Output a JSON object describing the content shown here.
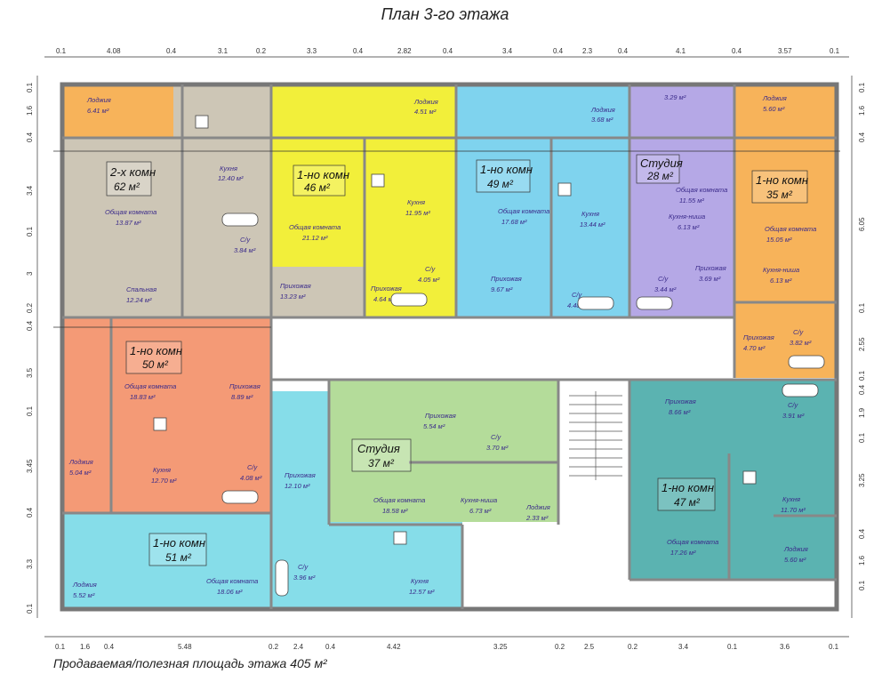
{
  "title": "План 3-го этажа",
  "footer": "Продаваемая/полезная площадь этажа  405 м²",
  "colors": {
    "beige": "#cdc6b6",
    "yellow": "#f2ef3a",
    "cyan": "#7fd3ee",
    "lavender": "#b5a8e6",
    "orange": "#f7b35a",
    "salmon": "#f49a76",
    "lightcyan": "#86dde9",
    "green": "#b4dc9a",
    "teal": "#5bb3b1",
    "corridor": "#ffffff",
    "wall": "#7a7a7a"
  },
  "dims_top": [
    "0.1",
    "4.08",
    "0.4",
    "3.1",
    "0.2",
    "3.3",
    "0.4",
    "2.82",
    "0.4",
    "3.4",
    "0.4",
    "2.3",
    "0.4",
    "4.1",
    "0.4",
    "3.57",
    "0.1"
  ],
  "dims_bottom": [
    "0.1",
    "1.6",
    "0.4",
    "5.48",
    "0.2",
    "2.4",
    "0.4",
    "4.42",
    "3.25",
    "0.2",
    "2.5",
    "0.2",
    "3.4",
    "0.1",
    "3.6",
    "0.1"
  ],
  "dims_left": [
    "0.1",
    "1.6",
    "0.4",
    "3.4",
    "0.1",
    "3",
    "0.2",
    "0.4",
    "3.5",
    "0.1",
    "3.45",
    "0.4",
    "3.3",
    "0.1"
  ],
  "dims_right": [
    "0.1",
    "1.6",
    "0.4",
    "6.05",
    "0.1",
    "2.55",
    "0.1",
    "0.4",
    "1.9",
    "0.1",
    "3.25",
    "0.4",
    "1.6",
    "0.1"
  ],
  "apartments": [
    {
      "name": "2-х комн",
      "area": "62 м²"
    },
    {
      "name": "1-но комн",
      "area": "46 м²"
    },
    {
      "name": "1-но комн",
      "area": "49 м²"
    },
    {
      "name": "Студия",
      "area": "28 м²"
    },
    {
      "name": "1-но комн",
      "area": "35 м²"
    },
    {
      "name": "1-но комн",
      "area": "50 м²"
    },
    {
      "name": "Студия",
      "area": "37 м²"
    },
    {
      "name": "1-но комн",
      "area": "47 м²"
    },
    {
      "name": "1-но комн",
      "area": "51 м²"
    }
  ],
  "rooms": [
    {
      "name": "Лоджия",
      "area": "6.41 м²"
    },
    {
      "name": "Кухня",
      "area": "12.40 м²"
    },
    {
      "name": "Общая комната",
      "area": "13.87 м²"
    },
    {
      "name": "С/у",
      "area": "3.84 м²"
    },
    {
      "name": "Спальная",
      "area": "12.24 м²"
    },
    {
      "name": "Прихожая",
      "area": "13.23 м²"
    },
    {
      "name": "Лоджия",
      "area": "4.51 м²"
    },
    {
      "name": "Кухня",
      "area": "11.95 м²"
    },
    {
      "name": "Общая комната",
      "area": "21.12 м²"
    },
    {
      "name": "С/у",
      "area": "4.05 м²"
    },
    {
      "name": "Прихожая",
      "area": "4.64 м²"
    },
    {
      "name": "Лоджия",
      "area": "3.68 м²"
    },
    {
      "name": "Общая комната",
      "area": "17.68 м²"
    },
    {
      "name": "Кухня",
      "area": "13.44 м²"
    },
    {
      "name": "Прихожая",
      "area": "9.67 м²"
    },
    {
      "name": "С/у",
      "area": "4.48 м²"
    },
    {
      "name": "",
      "area": "3.29 м²"
    },
    {
      "name": "Общая комната",
      "area": "11.55 м²"
    },
    {
      "name": "Кухня-ниша",
      "area": "6.13 м²"
    },
    {
      "name": "С/у",
      "area": "3.44 м²"
    },
    {
      "name": "Прихожая",
      "area": "3.69 м²"
    },
    {
      "name": "Лоджия",
      "area": "5.60 м²"
    },
    {
      "name": "Общая комната",
      "area": "15.05 м²"
    },
    {
      "name": "Кухня-ниша",
      "area": "6.13 м²"
    },
    {
      "name": "Прихожая",
      "area": "4.70 м²"
    },
    {
      "name": "С/у",
      "area": "3.82 м²"
    },
    {
      "name": "Общая комната",
      "area": "18.83 м²"
    },
    {
      "name": "Прихожая",
      "area": "8.89 м²"
    },
    {
      "name": "Лоджия",
      "area": "5.04 м²"
    },
    {
      "name": "Кухня",
      "area": "12.70 м²"
    },
    {
      "name": "С/у",
      "area": "4.08 м²"
    },
    {
      "name": "Прихожая",
      "area": "12.10 м²"
    },
    {
      "name": "Прихожая",
      "area": "5.54 м²"
    },
    {
      "name": "С/у",
      "area": "3.70 м²"
    },
    {
      "name": "Общая комната",
      "area": "18.58 м²"
    },
    {
      "name": "Кухня-ниша",
      "area": "6.73 м²"
    },
    {
      "name": "Лоджия",
      "area": "2.33 м²"
    },
    {
      "name": "Прихожая",
      "area": "8.66 м²"
    },
    {
      "name": "С/у",
      "area": "3.91 м²"
    },
    {
      "name": "Кухня",
      "area": "11.70 м²"
    },
    {
      "name": "Общая комната",
      "area": "17.26 м²"
    },
    {
      "name": "Лоджия",
      "area": "5.60 м²"
    },
    {
      "name": "Лоджия",
      "area": "5.52 м²"
    },
    {
      "name": "С/у",
      "area": "3.96 м²"
    },
    {
      "name": "Общая комната",
      "area": "18.06 м²"
    },
    {
      "name": "Кухня",
      "area": "12.57 м²"
    }
  ]
}
